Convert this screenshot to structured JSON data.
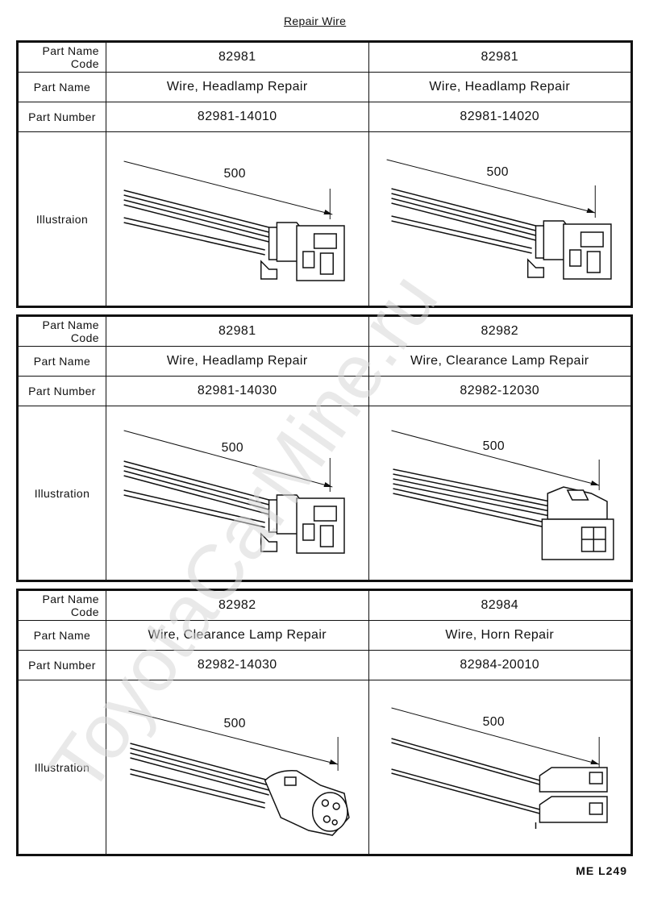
{
  "page_title": "Repair Wire",
  "watermark": "ToyotaCarMine.ru",
  "footer": "ME  L249",
  "blocks": [
    {
      "labels": {
        "code_line1": "Part Name",
        "code_line2": "Code",
        "name": "Part Name",
        "number": "Part Number",
        "illustration": "Illustraion"
      },
      "cols": [
        {
          "code": "82981",
          "name": "Wire, Headlamp Repair",
          "number": "82981-14010",
          "dim": "500",
          "connector": "headlamp"
        },
        {
          "code": "82981",
          "name": "Wire, Headlamp Repair",
          "number": "82981-14020",
          "dim": "500",
          "connector": "headlamp"
        }
      ]
    },
    {
      "labels": {
        "code_line1": "Part Name",
        "code_line2": "Code",
        "name": "Part Name",
        "number": "Part Number",
        "illustration": "Illustration"
      },
      "cols": [
        {
          "code": "82981",
          "name": "Wire, Headlamp Repair",
          "number": "82981-14030",
          "dim": "500",
          "connector": "headlamp"
        },
        {
          "code": "82982",
          "name": "Wire, Clearance Lamp Repair",
          "number": "82982-12030",
          "dim": "500",
          "connector": "clearance"
        }
      ]
    },
    {
      "labels": {
        "code_line1": "Part Name",
        "code_line2": "Code",
        "name": "Part Name",
        "number": "Part Number",
        "illustration": "Illustration"
      },
      "cols": [
        {
          "code": "82982",
          "name": "Wire, Clearance Lamp Repair",
          "number": "82982-14030",
          "dim": "500",
          "connector": "round"
        },
        {
          "code": "82984",
          "name": "Wire, Horn Repair",
          "number": "82984-20010",
          "dim": "500",
          "connector": "horn"
        }
      ]
    }
  ]
}
